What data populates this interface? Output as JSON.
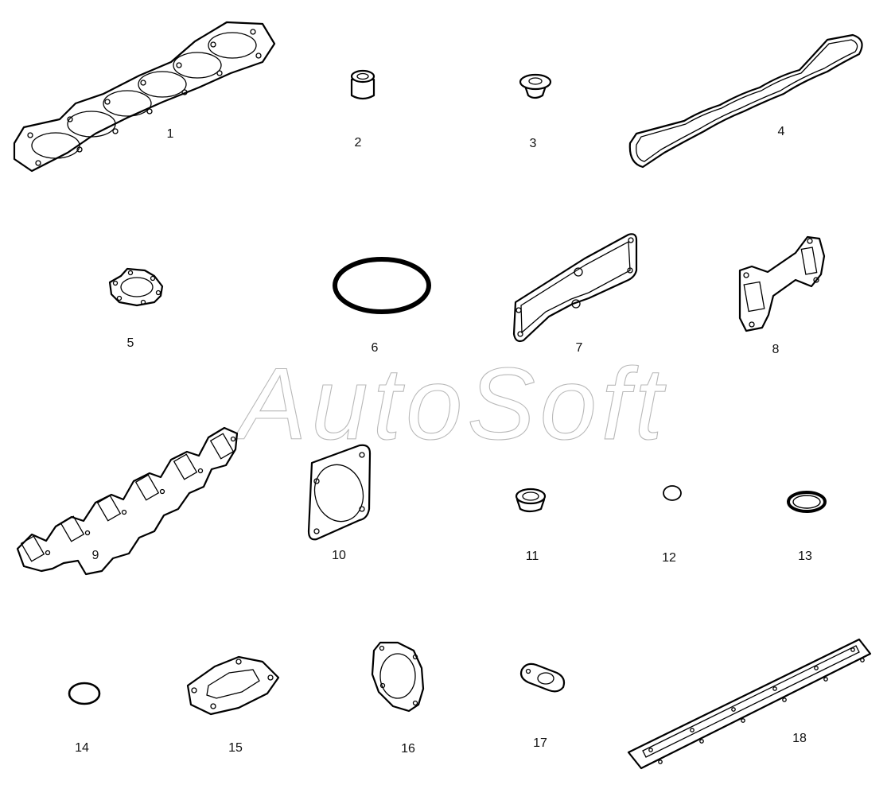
{
  "watermark": "AutoSoft",
  "parts": [
    {
      "id": "part-1",
      "label": "1"
    },
    {
      "id": "part-2",
      "label": "2"
    },
    {
      "id": "part-3",
      "label": "3"
    },
    {
      "id": "part-4",
      "label": "4"
    },
    {
      "id": "part-5",
      "label": "5"
    },
    {
      "id": "part-6",
      "label": "6"
    },
    {
      "id": "part-7",
      "label": "7"
    },
    {
      "id": "part-8",
      "label": "8"
    },
    {
      "id": "part-9",
      "label": "9"
    },
    {
      "id": "part-10",
      "label": "10"
    },
    {
      "id": "part-11",
      "label": "11"
    },
    {
      "id": "part-12",
      "label": "12"
    },
    {
      "id": "part-13",
      "label": "13"
    },
    {
      "id": "part-14",
      "label": "14"
    },
    {
      "id": "part-15",
      "label": "15"
    },
    {
      "id": "part-16",
      "label": "16"
    },
    {
      "id": "part-17",
      "label": "17"
    },
    {
      "id": "part-18",
      "label": "18"
    }
  ]
}
